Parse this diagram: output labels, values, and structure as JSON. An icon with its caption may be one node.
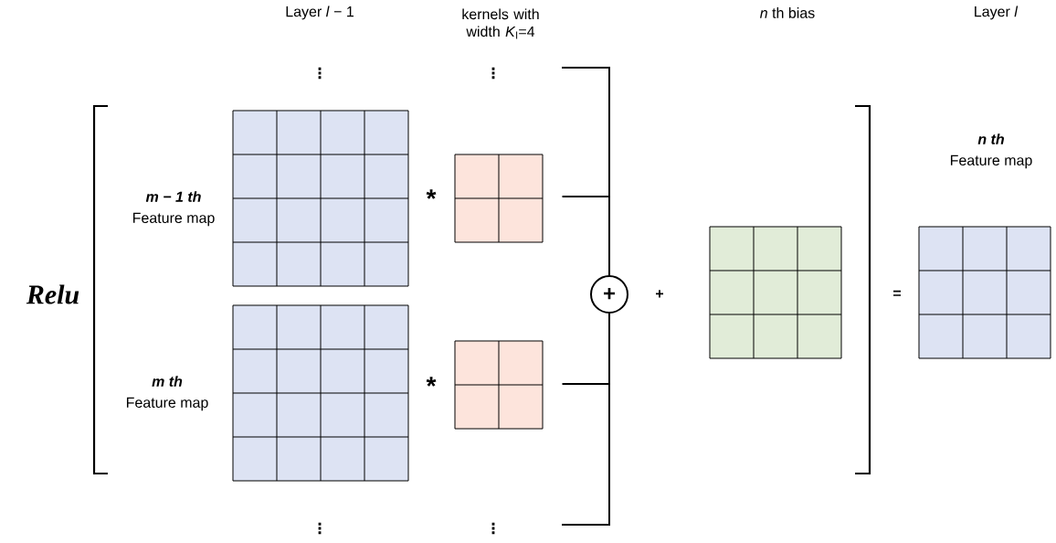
{
  "diagram": {
    "nodes": [
      {
        "text": [],
        "shape": "box",
        "beside": [
          "*m* − 1 th",
          "Feature map"
        ]
      },
      {
        "text": [],
        "shape": "box",
        "beside": [
          "*m* th",
          "Feature map"
        ]
      },
      {
        "text": [],
        "shape": "box"
      },
      {
        "text": [],
        "shape": "box"
      },
      {
        "text": [
          "+"
        ]
      },
      {
        "text": [],
        "shape": "box"
      },
      {
        "text": [],
        "shape": "box",
        "beside": [
          "*n* th",
          "Feature map"
        ]
      }
    ],
    "edges": [
      {
        "from": null,
        "to": 4,
        "arrow": "none"
      },
      {
        "from": 2,
        "to": 4,
        "arrow": "none"
      },
      {
        "from": 3,
        "to": 4,
        "arrow": "none"
      },
      {
        "from": null,
        "to": 4,
        "arrow": "none"
      }
    ],
    "labels": [
      "Layer *l* − 1",
      "kernels with width *K*$_{l}$=4",
      "*n* th bias",
      "Layer *l*",
      "⋮",
      "⋮",
      "*",
      "Relu",
      "+",
      "=",
      "*",
      "⋮",
      "⋮"
    ]
  }
}
